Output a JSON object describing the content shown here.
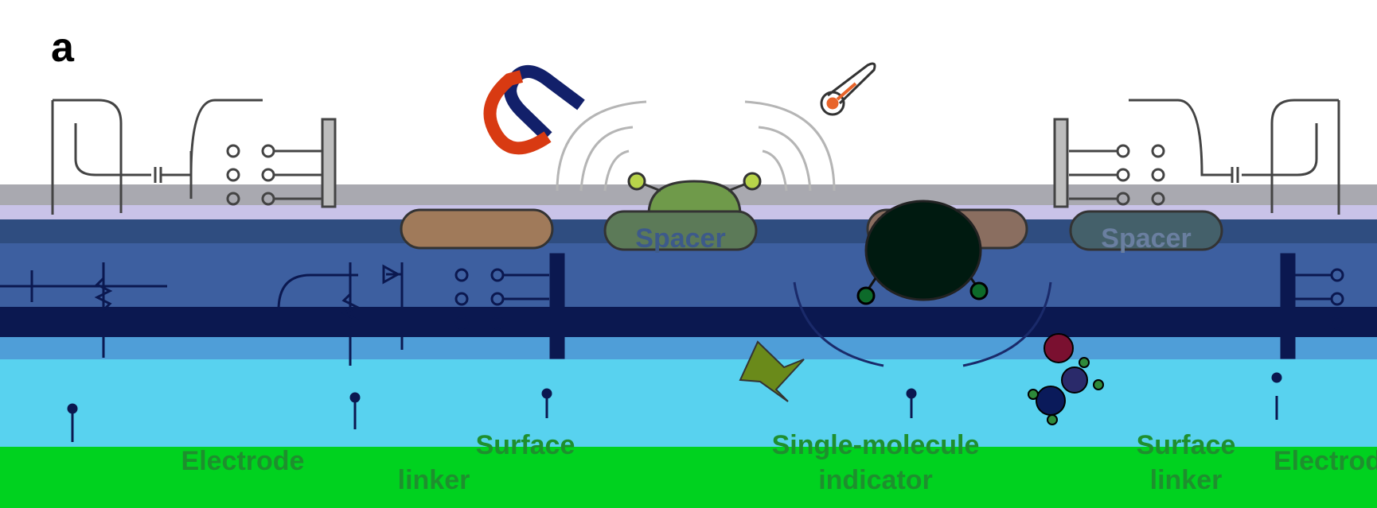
{
  "panel_label": "a",
  "labels": {
    "spacer": "Spacer",
    "electrode": "Electrode",
    "surface_linker_line1": "Surface",
    "surface_linker_line2": "linker",
    "indicator_line1": "Single-molecule",
    "indicator_line2": "indicator"
  },
  "colors": {
    "background": "#ffffff",
    "line_gray": "#444444",
    "magnet_red": "#d83a12",
    "magnet_navy": "#12206a",
    "thermometer_orange": "#e8642a",
    "indicator_green": "#6f9a4a",
    "spacer_brown": "#a07a5a",
    "band_lavender": "#c9c3e8",
    "band_blue": "#3d5fa0",
    "band_navy": "#0b1850",
    "band_cyan": "#58d2ef",
    "band_green": "#00d21f",
    "label_green": "#1e8f2e"
  },
  "icons": [
    "magnet-icon",
    "thermometer-icon",
    "signal-waves-icon",
    "circuit-board-icon",
    "molecule-icon",
    "lightning-icon"
  ]
}
